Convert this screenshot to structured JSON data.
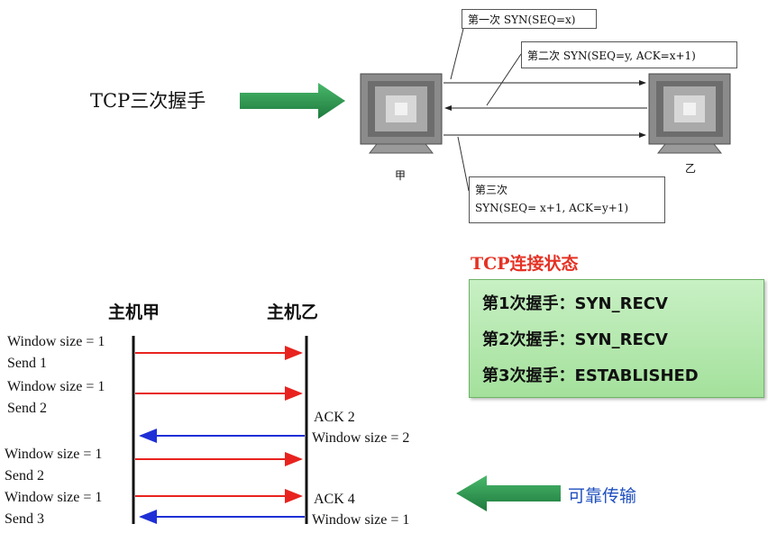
{
  "handshake": {
    "title": "TCP三次握手",
    "host_a": "甲",
    "host_b": "乙",
    "step1_label": "第一次",
    "step1_value": "SYN(SEQ=x)",
    "step2_label": "第二次",
    "step2_value": "SYN(SEQ=y, ACK=x+1)",
    "step3_label": "第三次",
    "step3_value": "SYN(SEQ= x+1, ACK=y+1)"
  },
  "status": {
    "title": "TCP连接状态",
    "lines": [
      "第1次握手：SYN_RECV",
      "第2次握手：SYN_RECV",
      "第3次握手：ESTABLISHED"
    ]
  },
  "sequence": {
    "host_a": "主机甲",
    "host_b": "主机乙",
    "left_labels": [
      [
        "Window size = 1",
        "Send 1"
      ],
      [
        "Window size = 1",
        "Send 2"
      ],
      [
        "Window size = 1",
        "Send 2"
      ],
      [
        "Window size = 1",
        "Send 3"
      ]
    ],
    "right_labels": [
      [
        "ACK 2",
        "Window size = 2"
      ],
      [
        "ACK 4",
        "Window size = 1"
      ]
    ],
    "reliable_label": "可靠传输"
  },
  "colors": {
    "green_arrow": "#2e9a52",
    "red_arrow": "#e8231f",
    "blue_arrow": "#1f2fd6",
    "status_title": "#e53224",
    "reliable_text": "#1f4fbf"
  }
}
